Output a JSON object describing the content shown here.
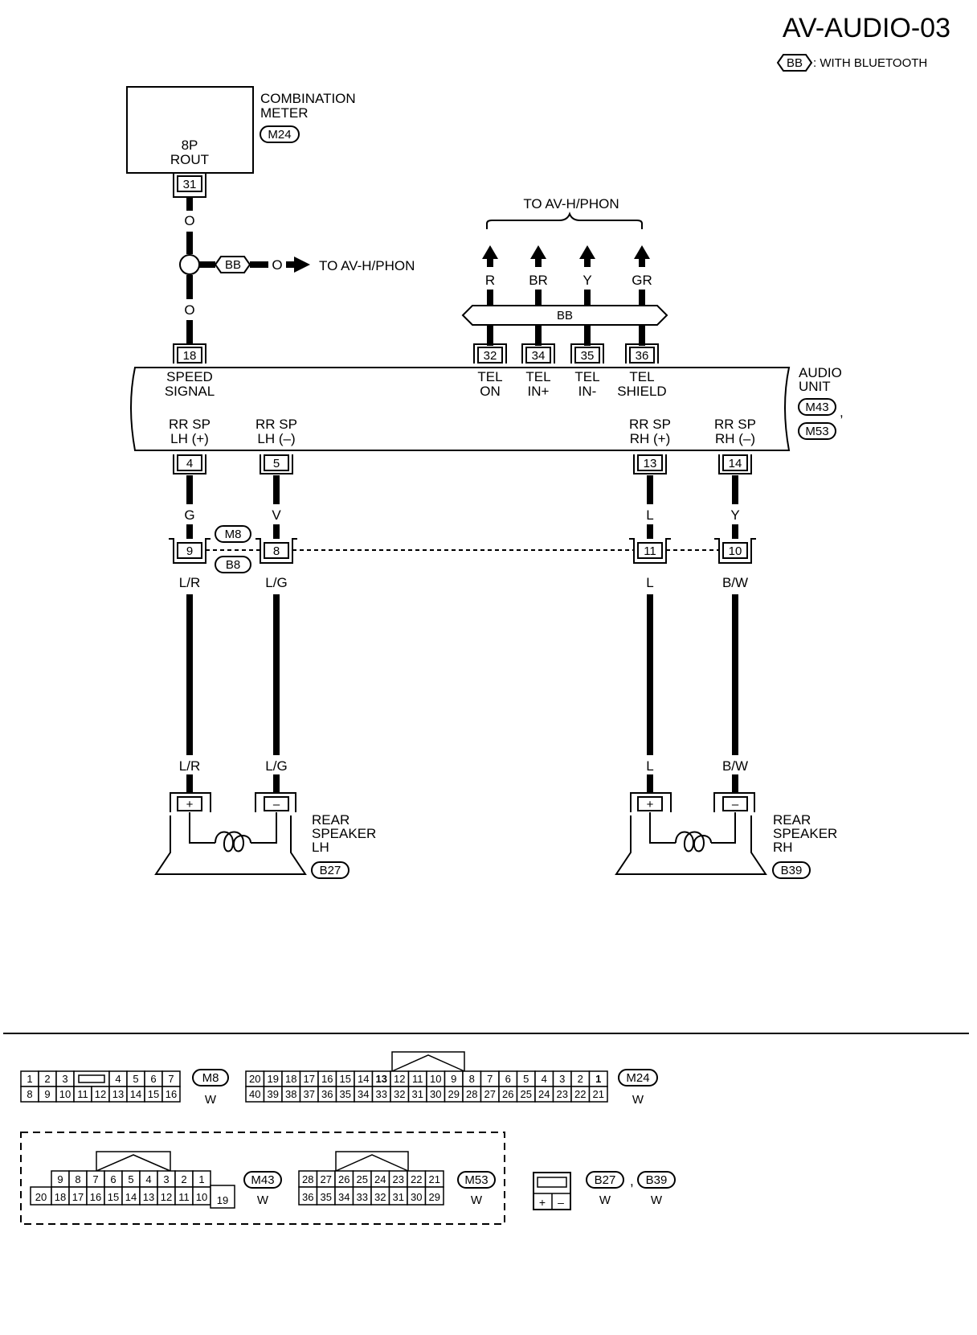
{
  "header": {
    "title": "AV-AUDIO-03",
    "legend_tag": "BB",
    "legend_text": ": WITH BLUETOOTH"
  },
  "combination_meter": {
    "name_line1": "COMBINATION",
    "name_line2": "METER",
    "connector": "M24",
    "pin_name_line1": "8P",
    "pin_name_line2": "ROUT",
    "pin": "31"
  },
  "speed_branch": {
    "wire_color_upper": "O",
    "wire_color_lower": "O",
    "tag": "BB",
    "branch_color": "O",
    "to_text": "TO AV-H/PHON"
  },
  "tel_group": {
    "to_text": "TO AV-H/PHON",
    "bus_label": "BB",
    "wires": [
      {
        "color": "R",
        "pin": "32",
        "name1": "TEL",
        "name2": "ON"
      },
      {
        "color": "BR",
        "pin": "34",
        "name1": "TEL",
        "name2": "IN+"
      },
      {
        "color": "Y",
        "pin": "35",
        "name1": "TEL",
        "name2": "IN-"
      },
      {
        "color": "GR",
        "pin": "36",
        "name1": "TEL",
        "name2": "SHIELD"
      }
    ]
  },
  "audio_unit": {
    "name_line1": "AUDIO",
    "name_line2": "UNIT",
    "connector_a": "M43",
    "connector_b": "M53",
    "sep": ",",
    "top_pin": "18",
    "top_pin_name1": "SPEED",
    "top_pin_name2": "SIGNAL",
    "bottom_pins": [
      {
        "pin": "4",
        "name1": "RR SP",
        "name2": "LH (+)"
      },
      {
        "pin": "5",
        "name1": "RR SP",
        "name2": "LH (–)"
      },
      {
        "pin": "13",
        "name1": "RR SP",
        "name2": "RH (+)"
      },
      {
        "pin": "14",
        "name1": "RR SP",
        "name2": "RH (–)"
      }
    ]
  },
  "joint": {
    "connector_top": "M8",
    "connector_bottom": "B8",
    "wires": [
      {
        "color_in": "G",
        "pin": "9",
        "color_out": "L/R",
        "color_end": "L/R"
      },
      {
        "color_in": "V",
        "pin": "8",
        "color_out": "L/G",
        "color_end": "L/G"
      },
      {
        "color_in": "L",
        "pin": "11",
        "color_out": "L",
        "color_end": "L"
      },
      {
        "color_in": "Y",
        "pin": "10",
        "color_out": "B/W",
        "color_end": "B/W"
      }
    ]
  },
  "speakers": [
    {
      "line1": "REAR",
      "line2": "SPEAKER",
      "line3": "LH",
      "connector": "B27",
      "plus": "+",
      "minus": "–"
    },
    {
      "line1": "REAR",
      "line2": "SPEAKER",
      "line3": "RH",
      "connector": "B39",
      "plus": "+",
      "minus": "–"
    }
  ],
  "connector_faces": {
    "m8": {
      "id": "M8",
      "color": "W",
      "row1": [
        "1",
        "2",
        "3",
        "",
        "4",
        "5",
        "6",
        "7"
      ],
      "row2": [
        "8",
        "9",
        "10",
        "11",
        "12",
        "13",
        "14",
        "15",
        "16"
      ]
    },
    "m24": {
      "id": "M24",
      "color": "W",
      "row1": [
        "20",
        "19",
        "18",
        "17",
        "16",
        "15",
        "14",
        "13",
        "12",
        "11",
        "10",
        "9",
        "8",
        "7",
        "6",
        "5",
        "4",
        "3",
        "2",
        "1"
      ],
      "row2": [
        "40",
        "39",
        "38",
        "37",
        "36",
        "35",
        "34",
        "33",
        "32",
        "31",
        "30",
        "29",
        "28",
        "27",
        "26",
        "25",
        "24",
        "23",
        "22",
        "21"
      ]
    },
    "m43": {
      "id": "M43",
      "color": "W",
      "row1": [
        "9",
        "8",
        "7",
        "6",
        "5",
        "4",
        "3",
        "2",
        "1"
      ],
      "row2": [
        "20",
        "18",
        "17",
        "16",
        "15",
        "14",
        "13",
        "12",
        "11",
        "10",
        "19"
      ]
    },
    "m53": {
      "id": "M53",
      "color": "W",
      "row1": [
        "28",
        "27",
        "26",
        "25",
        "24",
        "23",
        "22",
        "21"
      ],
      "row2": [
        "36",
        "35",
        "34",
        "33",
        "32",
        "31",
        "30",
        "29"
      ]
    },
    "speaker_face": {
      "id_a": "B27",
      "id_b": "B39",
      "sep": ",",
      "color_a": "W",
      "color_b": "W",
      "plus": "+",
      "minus": "–"
    }
  }
}
